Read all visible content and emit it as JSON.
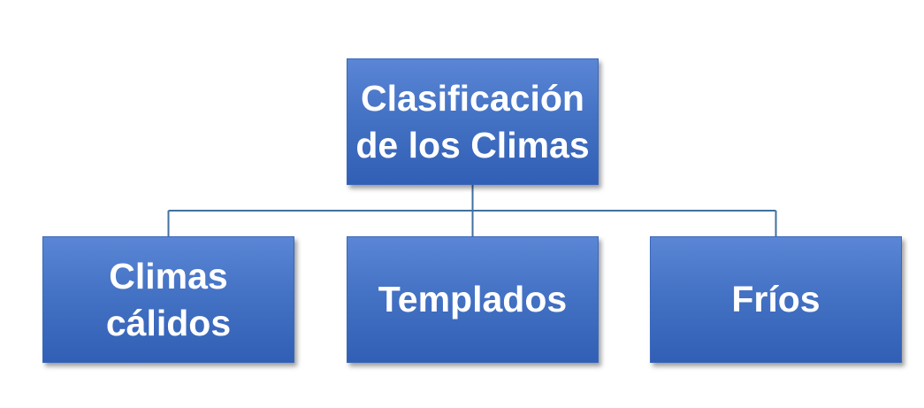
{
  "diagram": {
    "root": {
      "label": "Clasificación\nde los Climas"
    },
    "children": [
      {
        "label": "Climas\ncálidos"
      },
      {
        "label": "Templados"
      },
      {
        "label": "Fríos"
      }
    ]
  },
  "colors": {
    "node_fill_top": "#5b86d6",
    "node_fill_bottom": "#315fb5",
    "connector": "#41709f",
    "text": "#ffffff"
  }
}
